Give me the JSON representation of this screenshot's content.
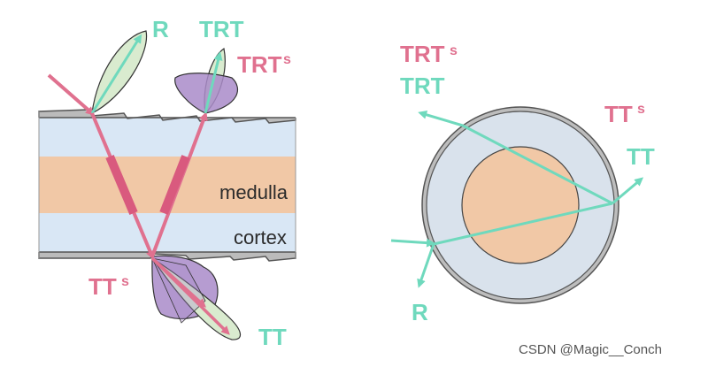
{
  "left_diagram": {
    "labels": {
      "r": "R",
      "trt": "TRT",
      "trts_main": "TRT",
      "trts_sup": "s",
      "tts_main": "TT",
      "tts_sup": "s",
      "tt": "TT",
      "medulla": "medulla",
      "cortex": "cortex"
    }
  },
  "right_diagram": {
    "labels": {
      "trts_main": "TRT",
      "trts_sup": "s",
      "trt": "TRT",
      "tts_main": "TT",
      "tts_sup": "s",
      "tt": "TT",
      "r": "R"
    }
  },
  "watermark": "CSDN @Magic__Conch",
  "colors": {
    "pink": "#e0718f",
    "teal": "#6fd9bd",
    "medulla": "#f1c8a6",
    "cortex": "#d9e7f5",
    "lobe_green": "#d9ebcf",
    "lobe_purple": "#a98bc9"
  }
}
